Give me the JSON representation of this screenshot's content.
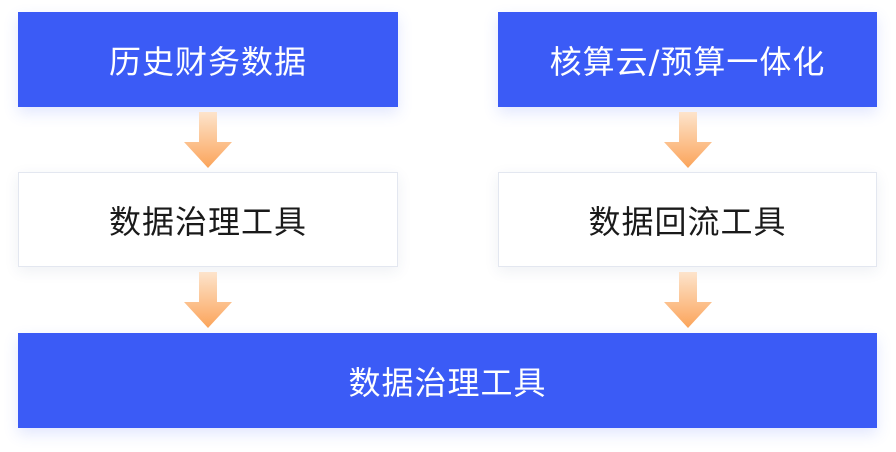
{
  "boxes": {
    "left_top": "历史财务数据",
    "right_top": "核算云/预算一体化",
    "left_mid": "数据治理工具",
    "right_mid": "数据回流工具",
    "bottom": "数据治理工具"
  },
  "colors": {
    "primary_blue": "#3b5bf6",
    "arrow_orange_light": "#fde0c4",
    "arrow_orange_dark": "#fba45a"
  }
}
